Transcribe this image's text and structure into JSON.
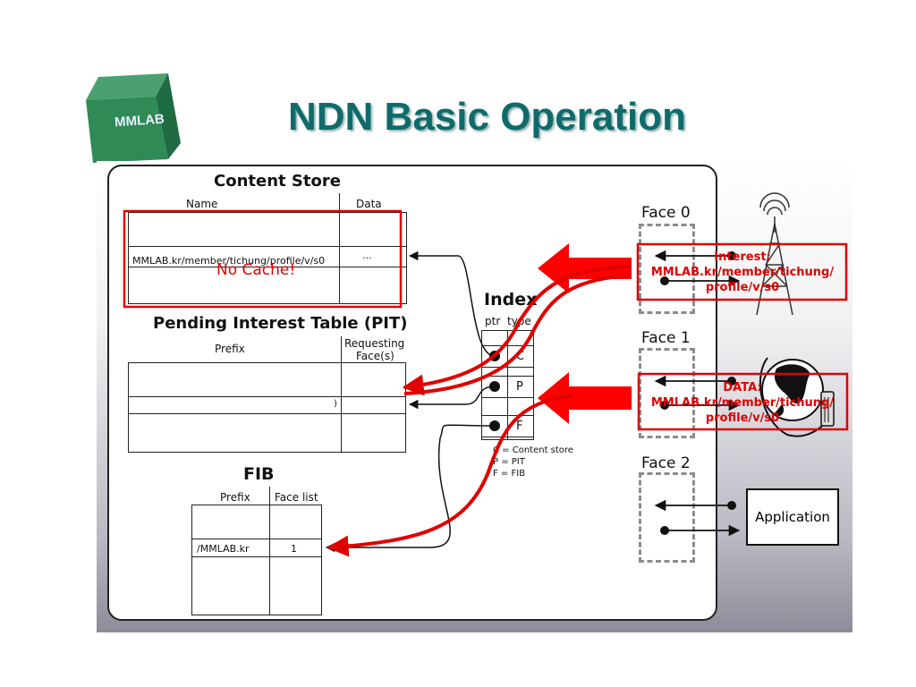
{
  "slide": {
    "title": "NDN Basic Operation",
    "logo_text": "MMLAB"
  },
  "content_store": {
    "title": "Content Store",
    "col_name": "Name",
    "col_data": "Data",
    "entry_name": "MMLAB.kr/member/tichung/profile/v/s0",
    "entry_data": "...",
    "overlay_note": "No Cache!"
  },
  "pit": {
    "title": "Pending Interest Table (PIT)",
    "col_prefix": "Prefix",
    "col_faces": "Requesting Face(s)",
    "col_faces_line1": "Requesting",
    "col_faces_line2": "Face(s)",
    "entry_face": ")"
  },
  "fib": {
    "title": "FIB",
    "col_prefix": "Prefix",
    "col_facelist": "Face list",
    "entry_prefix": "/MMLAB.kr",
    "entry_faces": "1"
  },
  "index": {
    "title": "Index",
    "col_ptr": "ptr",
    "col_type": "type",
    "rows": [
      "C",
      "P",
      "F"
    ],
    "legend": [
      "C = Content store",
      "P = PIT",
      "F = FIB"
    ]
  },
  "faces": {
    "face0": "Face 0",
    "face1": "Face 1",
    "face2": "Face 2",
    "application": "Application"
  },
  "annotations": {
    "interest_lines": [
      "Interest:",
      "MMLAB.kr/member/tichung/",
      "profile/v/s0"
    ],
    "data_lines": [
      "DATA:",
      "MMLAB.kr/member/tichung/",
      "profile/v/s0"
    ]
  },
  "colors": {
    "title": "#0f6b6b",
    "highlight": "#e00000",
    "logo_green": "#2e8b57"
  }
}
